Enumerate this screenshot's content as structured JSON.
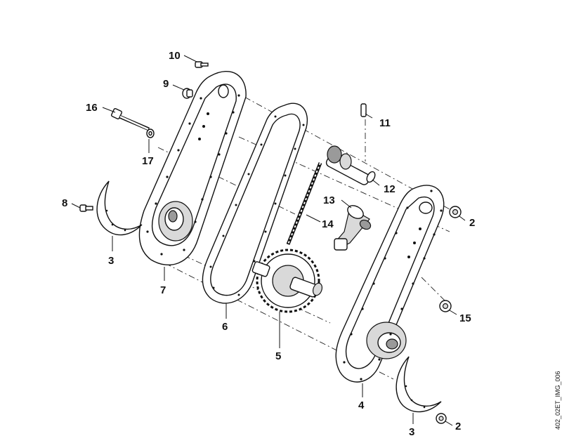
{
  "image_code": "402_02ET_IMG_006",
  "callouts": [
    {
      "id": "c1",
      "text": "10"
    },
    {
      "id": "c2",
      "text": "9"
    },
    {
      "id": "c3",
      "text": "16"
    },
    {
      "id": "c4",
      "text": "17"
    },
    {
      "id": "c5",
      "text": "8"
    },
    {
      "id": "c6",
      "text": "3"
    },
    {
      "id": "c7",
      "text": "7"
    },
    {
      "id": "c8",
      "text": "6"
    },
    {
      "id": "c9",
      "text": "11"
    },
    {
      "id": "c10",
      "text": "12"
    },
    {
      "id": "c11",
      "text": "13"
    },
    {
      "id": "c12",
      "text": "14"
    },
    {
      "id": "c13",
      "text": "2"
    },
    {
      "id": "c14",
      "text": "5"
    },
    {
      "id": "c15",
      "text": "15"
    },
    {
      "id": "c16",
      "text": "4"
    },
    {
      "id": "c17",
      "text": "3"
    },
    {
      "id": "c18",
      "text": "2"
    }
  ]
}
